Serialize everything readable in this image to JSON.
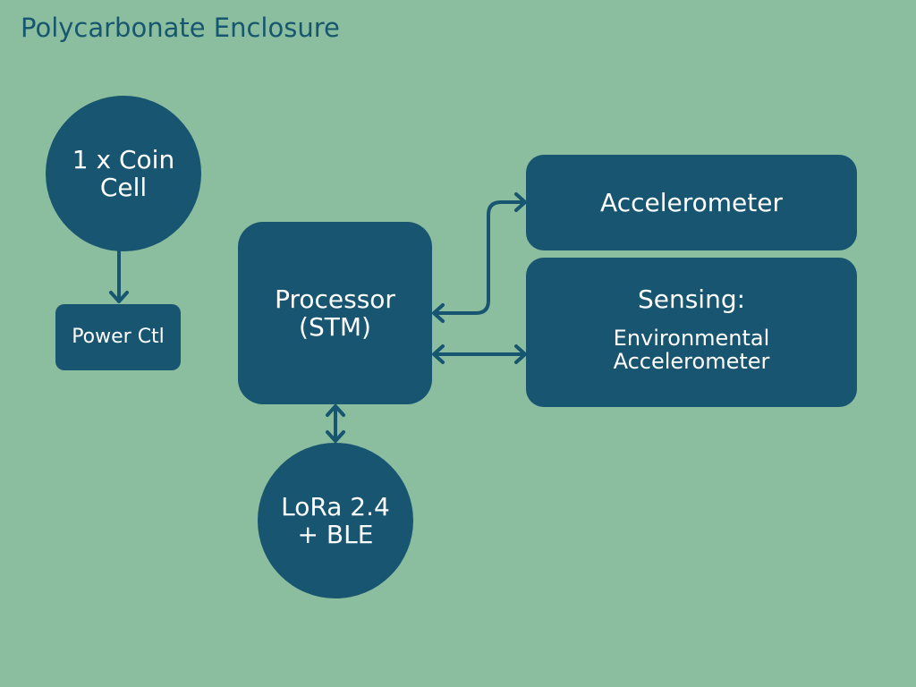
{
  "title": "Polycarbonate Enclosure",
  "nodes": {
    "coin_cell": "1 x Coin\nCell",
    "power_ctl": "Power Ctl",
    "processor": "Processor\n(STM)",
    "lora": "LoRa 2.4\n+ BLE",
    "accelerometer": "Accelerometer",
    "sensing": {
      "title": "Sensing:",
      "items": [
        "Environmental",
        "Accelerometer"
      ]
    }
  },
  "colors": {
    "background": "#8bbd9f",
    "node_fill": "#175570",
    "node_text": "#ffffff",
    "title_text": "#17566f"
  }
}
